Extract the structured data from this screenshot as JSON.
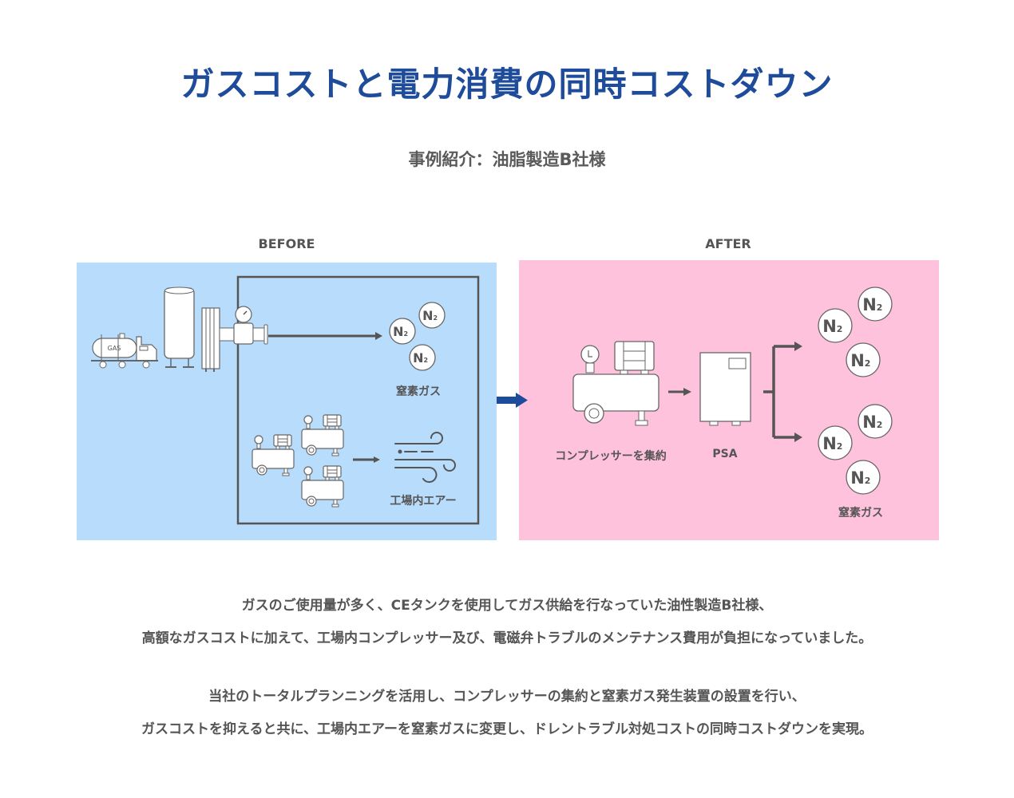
{
  "header": {
    "title": "ガスコストと電力消費の同時コストダウン",
    "subtitle": "事例紹介：油脂製造B社様"
  },
  "colors": {
    "title": "#1e4b9a",
    "before_bg": "#b8dcfc",
    "after_bg": "#ffc2dc",
    "arrow_main": "#1e4b9a",
    "line": "#555555"
  },
  "before": {
    "label": "BEFORE",
    "truck_text": "GAS",
    "nitrogen_caption": "窒素ガス",
    "air_caption": "工場内エアー",
    "molecule": "N",
    "molecule_sub": "2"
  },
  "after": {
    "label": "AFTER",
    "compressor_caption": "コンプレッサーを集約",
    "psa_caption": "PSA",
    "nitrogen_caption": "窒素ガス",
    "molecule": "N",
    "molecule_sub": "2"
  },
  "description": {
    "paragraph1": [
      "ガスのご使用量が多く、CEタンクを使用してガス供給を行なっていた油性製造B社様、",
      "高額なガスコストに加えて、工場内コンプレッサー及び、電磁弁トラブルのメンテナンス費用が負担になっていました。"
    ],
    "paragraph2": [
      "当社のトータルプランニングを活用し、コンプレッサーの集約と窒素ガス発生装置の設置を行い、",
      "ガスコストを抑えると共に、工場内エアーを窒素ガスに変更し、ドレントラブル対処コストの同時コストダウンを実現。"
    ]
  }
}
